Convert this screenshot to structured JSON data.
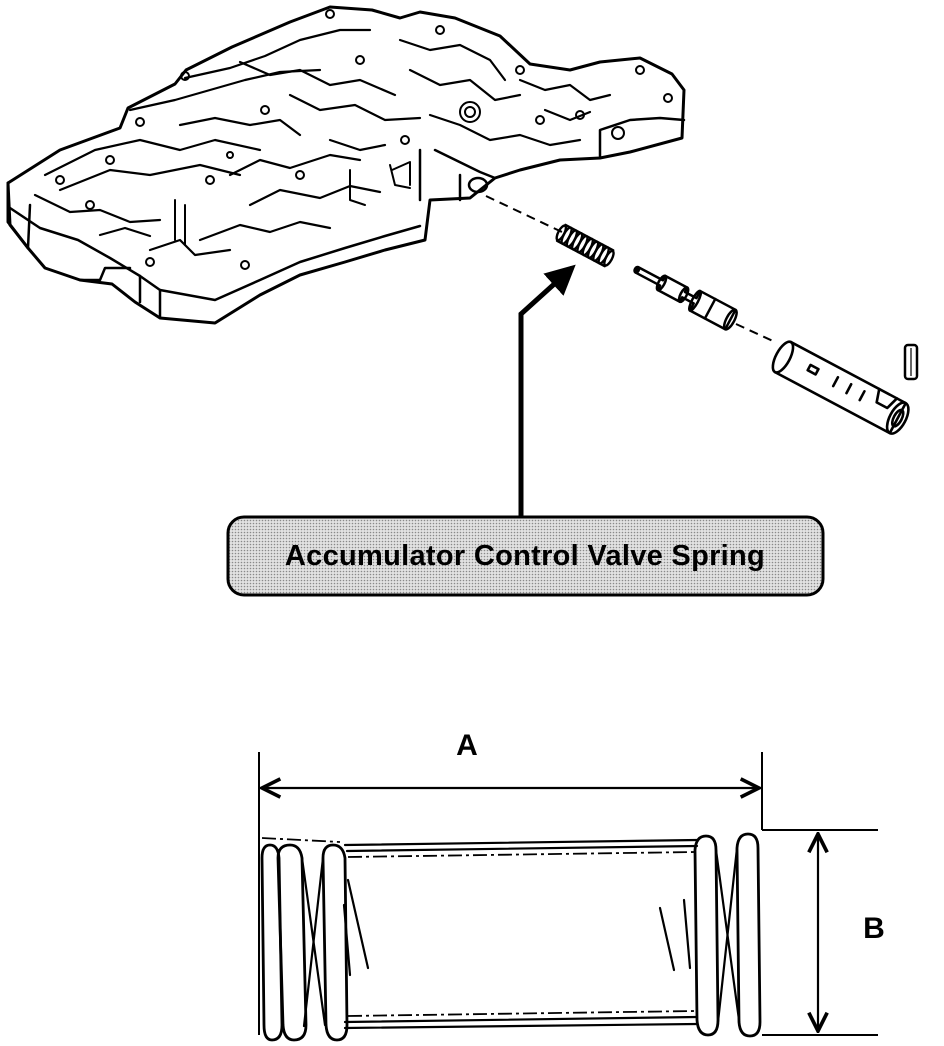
{
  "callout": {
    "label": "Accumulator Control Valve Spring",
    "box_fill": "#d3d3d3"
  },
  "dimensions": {
    "a_label": "A",
    "b_label": "B"
  },
  "parts": [
    "valve-body",
    "accumulator-control-valve-spring",
    "accumulator-control-valve",
    "valve-plug",
    "retainer-pin"
  ]
}
